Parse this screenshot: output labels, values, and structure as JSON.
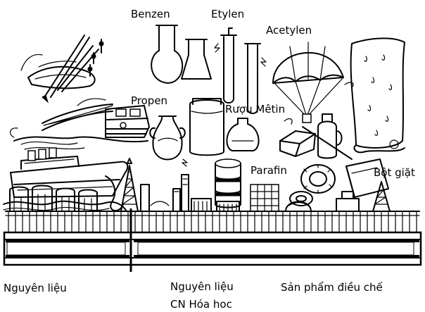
{
  "labels": {
    "benzen": "Benzen",
    "etylen": "Etylen",
    "acetylen": "Acetylen",
    "propen": "Propen",
    "ruou_metin": "Rượu Mêtin",
    "parafin": "Parafin",
    "bot_giat": "Bột giặt",
    "nguyen_lieu": "Nguyên liệu",
    "nguyen_lieu_cn": "Nguyên  liệu",
    "cn_hoa_hoc": "CN Hóa hoc",
    "san_pham": "Sản phẩm điều chế"
  }
}
